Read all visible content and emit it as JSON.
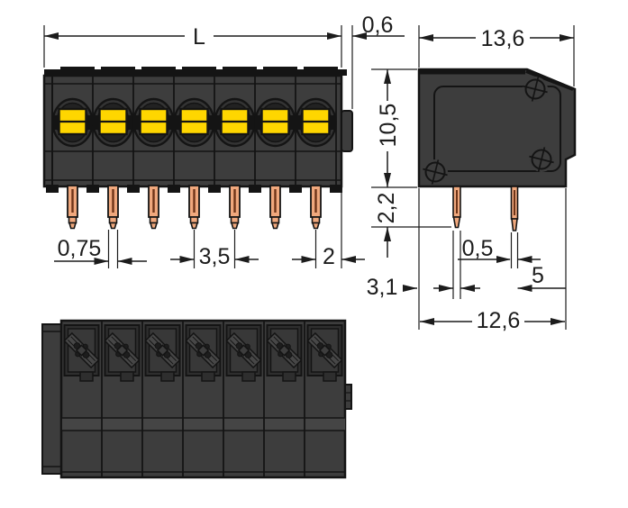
{
  "views": {
    "front_view": {
      "name": "front view",
      "pole_count": 7
    },
    "side_view": {
      "name": "side view",
      "screw_count": 3,
      "pin_count": 2
    },
    "top_view": {
      "name": "top view",
      "pole_count": 7
    }
  },
  "dimensions": {
    "length": "L",
    "end_clearance": "0,6",
    "depth": "13,6",
    "height": "10,5",
    "pin_length": "2,2",
    "pin_width": "0,75",
    "pitch": "3,5",
    "end_pitch": "2",
    "pin_thickness": "0,5",
    "front_pin_offset": "3,1",
    "back_pin_offset": "5",
    "bottom_depth": "12,6"
  },
  "colors": {
    "housing": "#3d3d3d",
    "outline": "#141414",
    "actuator_yellow": "#ffd600",
    "pin_copper": "#f0a87d",
    "dimension_lines": "#1c1c1c",
    "background": "#ffffff"
  }
}
